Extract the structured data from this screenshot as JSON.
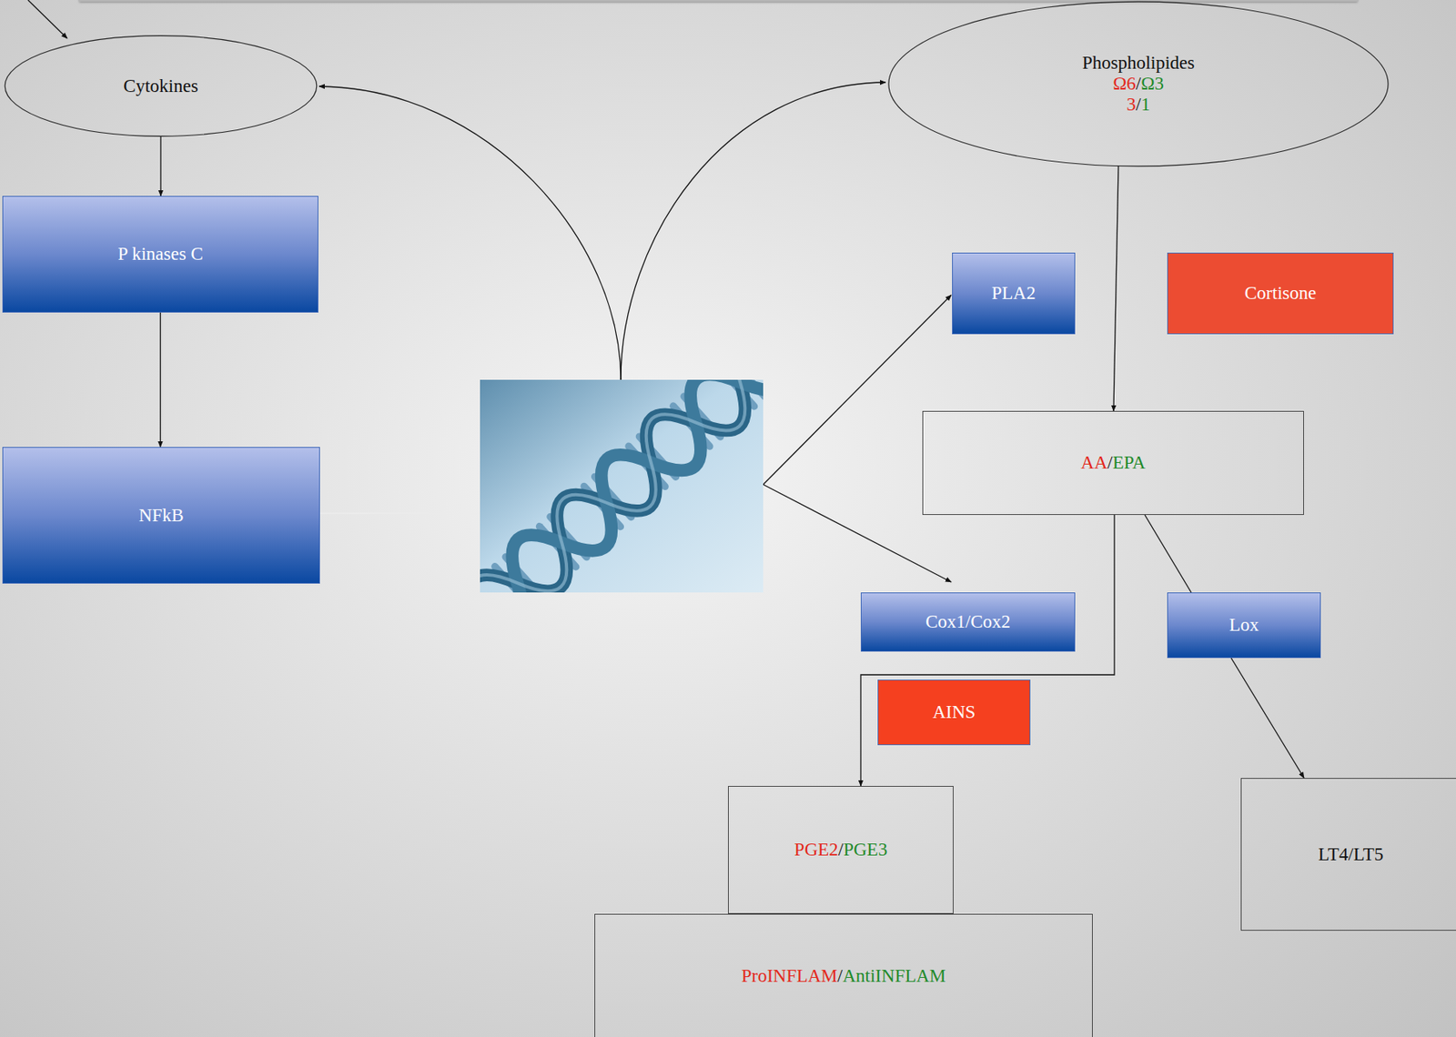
{
  "diagram": {
    "nodes": [
      {
        "text": [
          "Cytokines"
        ]
      },
      {
        "text": [
          "Phospholipides",
          "Ω6",
          "/",
          "Ω3",
          "3",
          "/",
          "1"
        ]
      },
      {
        "text": [
          "P kinases C"
        ]
      },
      {
        "text": [
          "PLA2"
        ]
      },
      {
        "text": [
          "Cortisone"
        ]
      },
      {
        "text": [
          "AA",
          "/",
          "EPA"
        ]
      },
      {
        "text": [
          "NFkB"
        ]
      },
      {
        "text": [
          "Cox1/Cox2"
        ]
      },
      {
        "text": [
          "Lox"
        ]
      },
      {
        "text": [
          "AINS"
        ]
      },
      {
        "text": [
          "LT4/LT5"
        ]
      },
      {
        "text": [
          "PGE2",
          "/",
          "PGE3"
        ]
      },
      {
        "text": [
          "ProINFLAM",
          "/",
          "AntiINFLAM"
        ]
      }
    ],
    "edges": [
      {
        "from": 0,
        "to": 2,
        "arrow": "to"
      },
      {
        "from": 2,
        "to": 6,
        "arrow": "to"
      },
      {
        "from": 1,
        "to": 5,
        "arrow": "to"
      },
      {
        "from": 5,
        "to": 11,
        "arrow": "to"
      },
      {
        "from": 5,
        "to": 8,
        "arrow": "none"
      },
      {
        "from": 8,
        "to": 10,
        "arrow": "to"
      }
    ]
  }
}
